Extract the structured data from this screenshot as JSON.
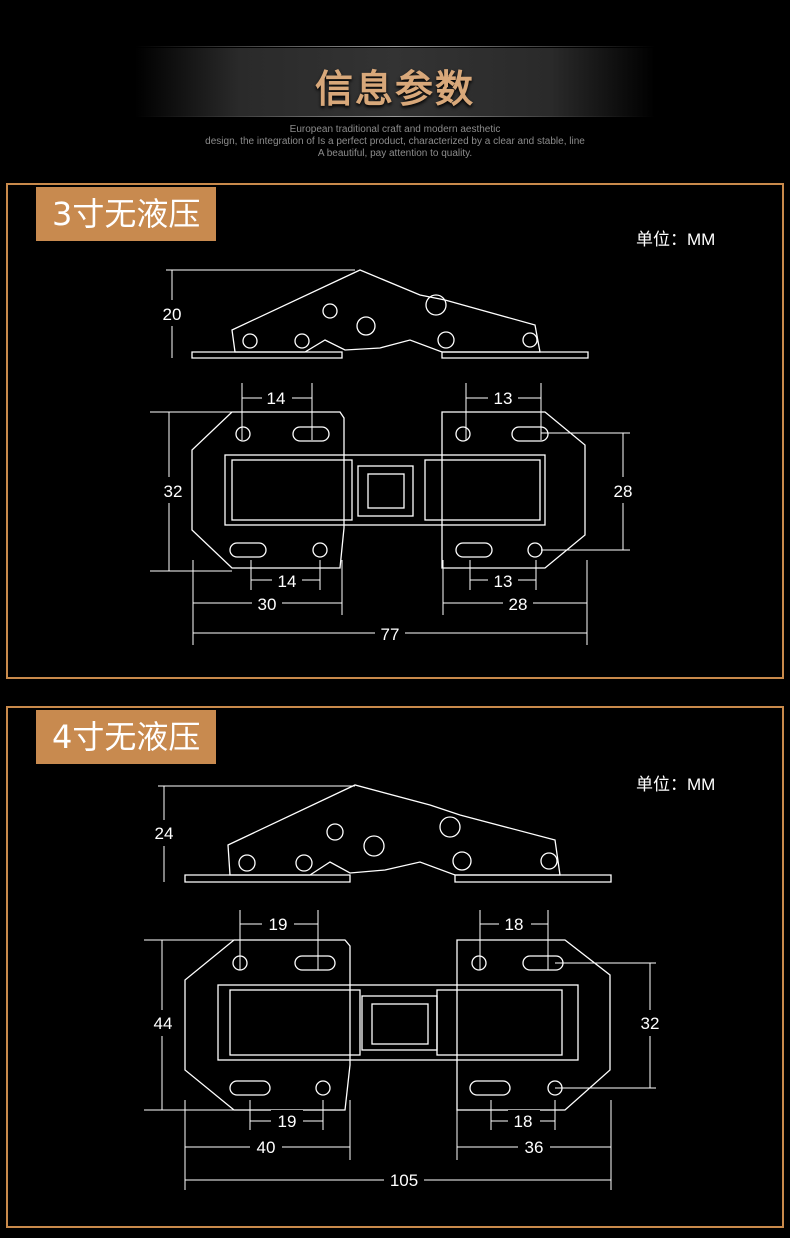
{
  "header": {
    "title": "信息参数",
    "subtitle_lines": [
      "European traditional craft and modern aesthetic",
      "design, the integration of Is a perfect product, characterized by a clear and stable, line",
      "A beautiful, pay attention to quality."
    ]
  },
  "panels": [
    {
      "tag": "3寸无液压",
      "unit": "单位：MM",
      "dims": {
        "side_height": "20",
        "top_left_hole": "14",
        "top_right_hole": "13",
        "left_height": "32",
        "right_height": "28",
        "bottom_left_hole": "14",
        "bottom_right_hole": "13",
        "left_width": "30",
        "right_width": "28",
        "total_width": "77"
      }
    },
    {
      "tag": "4寸无液压",
      "unit": "单位：MM",
      "dims": {
        "side_height": "24",
        "top_left_hole": "19",
        "top_right_hole": "18",
        "left_height": "44",
        "right_height": "32",
        "bottom_left_hole": "19",
        "bottom_right_hole": "18",
        "left_width": "40",
        "right_width": "36",
        "total_width": "105"
      }
    }
  ],
  "colors": {
    "accent": "#c88a4f",
    "border": "#c98a4b",
    "title": "#d8a87a",
    "line": "#ffffff"
  }
}
